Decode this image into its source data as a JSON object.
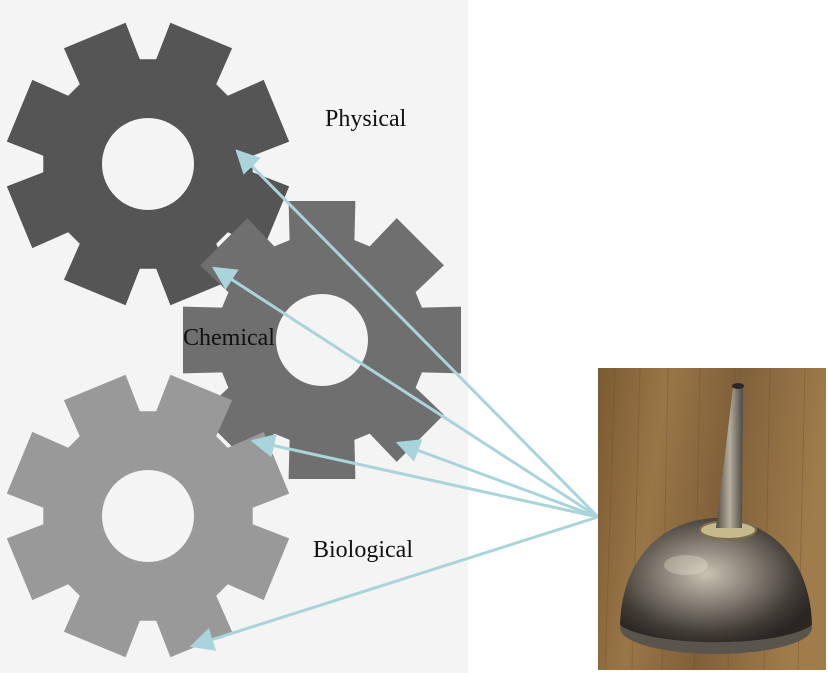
{
  "diagram": {
    "labels": {
      "physical": "Physical",
      "chemical": "Chemical",
      "biological": "Biological"
    },
    "colors": {
      "panel": "#f4f4f4",
      "gear_physical": "#555555",
      "gear_chemical": "#6f6f6f",
      "gear_biological": "#999999",
      "arrow": "#a9d4dc",
      "oil_can_background": "#8b6a3d"
    },
    "icons": {
      "gears": [
        "gear-icon",
        "gear-icon",
        "gear-icon"
      ],
      "object": "oil-can-icon"
    }
  }
}
